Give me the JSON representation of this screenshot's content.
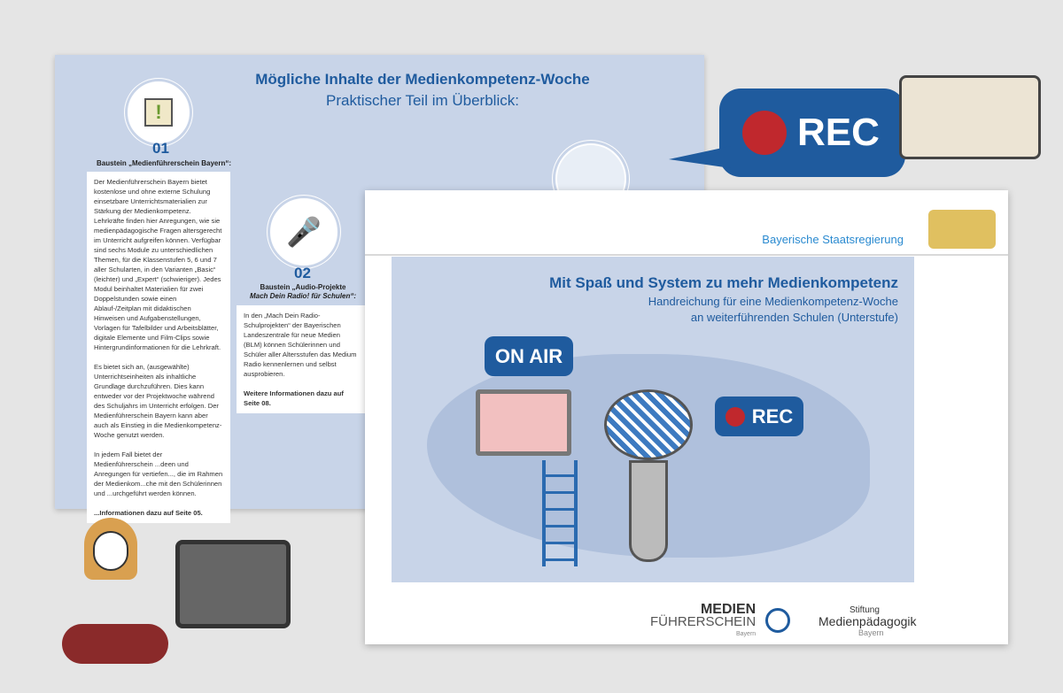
{
  "back_page": {
    "title": "Mögliche Inhalte der Medienkompetenz-Woche",
    "subtitle": "Praktischer Teil im Überblick:",
    "module1": {
      "number": "01",
      "heading": "Baustein „Medienführerschein Bayern“:",
      "paragraphs": [
        "Der Medienführerschein Bayern bietet kostenlose und ohne externe Schulung einsetzbare Unterrichtsmaterialien zur Stärkung der Medienkompetenz. Lehrkräfte finden hier Anregungen, wie sie medienpädagogische Fragen altersgerecht im Unterricht aufgreifen können. Verfügbar sind sechs Module zu unterschiedlichen Themen, für die Klassenstufen 5, 6 und 7 aller Schularten, in den Varianten „Basic“ (leichter) und „Expert“ (schwieriger). Jedes Modul beinhaltet Materialien für zwei Doppelstunden sowie einen Ablauf-/Zeitplan mit didaktischen Hinweisen und Aufgabenstellungen, Vorlagen für Tafelbilder und Arbeitsblätter, digitale Elemente und Film-Clips sowie Hintergrundinformationen für die Lehrkraft.",
        "Es bietet sich an, (ausgewählte) Unterrichtseinheiten als inhaltliche Grundlage durchzuführen. Dies kann entweder vor der Projektwoche während des Schuljahrs im Unterricht erfolgen. Der Medienführerschein Bayern kann aber auch als Einstieg in die Medienkompetenz-Woche genutzt werden.",
        "In jedem Fall bietet der Medienführerschein ...deen und Anregungen für vertiefen..., die im Rahmen der Medienkom...che mit den Schülerinnen und ...urchgeführt werden können."
      ],
      "more": "...Informationen dazu auf Seite 05."
    },
    "module2": {
      "number": "02",
      "heading_line1": "Baustein „Audio-Projekte",
      "heading_line2": "Mach Dein Radio! für Schulen“:",
      "paragraph": "In den „Mach Dein Radio-Schulprojekten“ der Bayerischen Landeszentrale für neue Medien (BLM) können Schülerinnen und Schüler aller Altersstufen das Medium Radio kennenlernen und selbst ausprobieren.",
      "more": "Weitere Informationen dazu auf Seite 08."
    }
  },
  "rec_badge": "REC",
  "front_page": {
    "publisher": "Bayerische Staatsregierung",
    "title": "Mit Spaß und System zu mehr Medienkompetenz",
    "subtitle_line1": "Handreichung für eine Medienkompetenz-Woche",
    "subtitle_line2": "an weiterführenden Schulen (Unterstufe)",
    "on_air": "ON AIR",
    "rec": "REC",
    "logo1": {
      "line1": "MEDIEN",
      "line2": "FÜHRERSCHEIN",
      "line3": "Bayern"
    },
    "logo2": {
      "line1": "Stiftung",
      "line2": "Medienpädagogik",
      "line3": "Bayern"
    }
  },
  "colors": {
    "brand_blue": "#1f5b9e",
    "page_blue": "#c8d4e8",
    "rec_red": "#c0282d"
  }
}
